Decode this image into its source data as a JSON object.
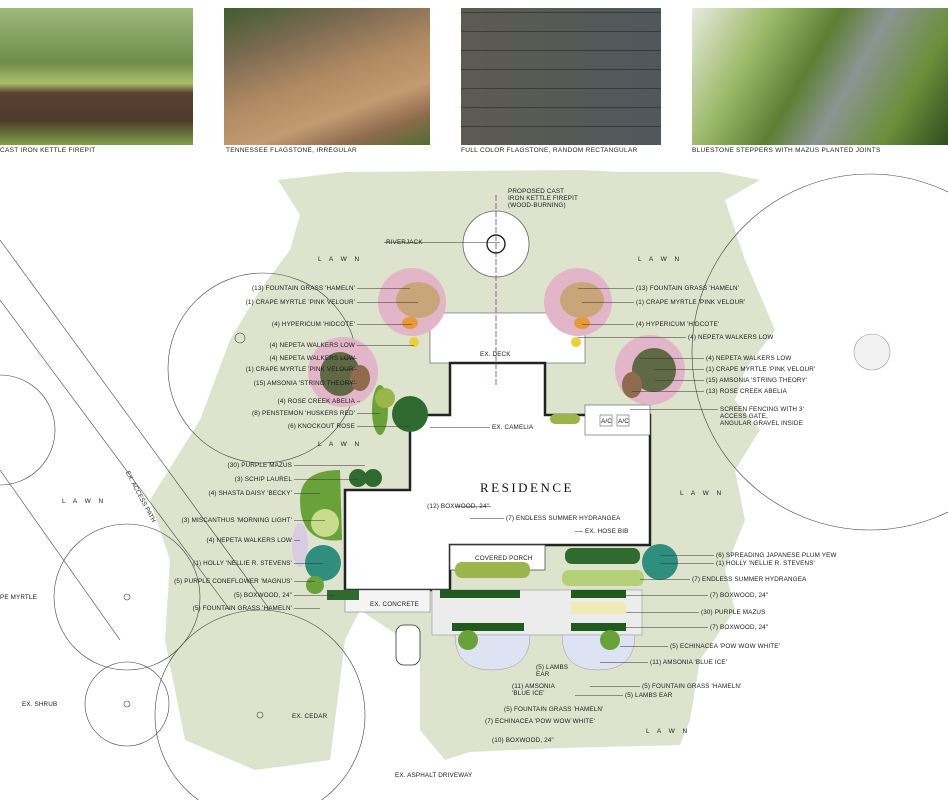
{
  "photos": [
    {
      "caption": "Cast Iron Kettle Firepit",
      "colors": [
        "#6f8c4a",
        "#4e3a28",
        "#a9c06c"
      ]
    },
    {
      "caption": "Tennessee Flagstone, Irregular",
      "colors": [
        "#b08a62",
        "#8d6b4c",
        "#3f5d2e"
      ]
    },
    {
      "caption": "Full Color Flagstone, Random Rectangular",
      "colors": [
        "#8e9699",
        "#a79a86",
        "#6f7a7e"
      ]
    },
    {
      "caption": "Bluestone Steppers with Mazus Planted Joints",
      "colors": [
        "#5d7f33",
        "#e8eadf",
        "#8b9593"
      ]
    }
  ],
  "plan": {
    "residence": "RESIDENCE",
    "lawn_label": "L A W N",
    "colors": {
      "lawn": "#dde3cc",
      "pink": "#e2b6c8",
      "tan": "#c9a57a",
      "orange": "#e79a3a",
      "dark_olive": "#5f6a45",
      "green": "#6aa23a",
      "dark_green": "#2f6b2e",
      "teal": "#2f8f7f",
      "lavender": "#d9cbe3",
      "lightgreen": "#c9dc8e",
      "paleblue": "#dde3f3"
    },
    "labels": [
      "PROPOSED CAST\nIRON KETTLE FIREPIT\n(WOOD-BURNING)",
      "RIVERJACK",
      "(13) FOUNTAIN GRASS 'HAMELN'",
      "(1) CRAPE MYRTLE 'PINK VELOUR'",
      "(4) HYPERICUM 'HIDCOTE'",
      "(4) NEPETA WALKERS LOW",
      "(4) NEPETA WALKERS LOW",
      "(1) CRAPE MYRTLE 'PINK VELOUR'",
      "(15) AMSONIA 'STRING THEORY'",
      "(4) ROSE CREEK ABELIA",
      "(8) PENSTEMON 'HUSKERS RED'",
      "(6) KNOCKOUT ROSE",
      "EX. DECK",
      "EX. CAMELIA",
      "(13) FOUNTAIN GRASS 'HAMELN'",
      "(1) CRAPE MYRTLE 'PINK VELOUR'",
      "(4) HYPERICUM 'HIDCOTE'",
      "(4) NEPETA WALKERS LOW",
      "(4) NEPETA WALKERS LOW",
      "(1) CRAPE MYRTLE 'PINK VELOUR'",
      "(15) AMSONIA 'STRING THEORY'",
      "(13) ROSE CREEK ABELIA",
      "SCREEN FENCING WITH 3'\nACCESS GATE,\nANGULAR GRAVEL INSIDE",
      "(30) PURPLE MAZUS",
      "(3) SCHIP LAUREL",
      "(4) SHASTA DAISY 'BECKY'",
      "(3) MISCANTHUS 'MORNING LIGHT'",
      "(4) NEPETA WALKERS LOW",
      "(1) HOLLY 'NELLIE R. STEVENS'",
      "(5) PURPLE CONEFLOWER 'MAGNUS'",
      "(5) BOXWOOD, 24\"",
      "(5) FOUNTAIN GRASS 'HAMELN'",
      "EX. CONCRETE",
      "(12) BOXWOOD, 24\"",
      "(7) ENDLESS SUMMER HYDRANGEA",
      "EX. HOSE BIB",
      "COVERED PORCH",
      "(6) SPREADING JAPANESE PLUM YEW",
      "(1) HOLLY 'NELLIE R. STEVENS'",
      "(7) ENDLESS SUMMER HYDRANGEA",
      "(7) BOXWOOD, 24\"",
      "(30) PURPLE MAZUS",
      "(7) BOXWOOD, 24\"",
      "(5) ECHINACEA 'POW WOW WHITE'",
      "(11) AMSONIA 'BLUE ICE'",
      "(5) FOUNTAIN GRASS 'HAMELN'",
      "(5) LAMBS EAR",
      "(5) LAMBS\nEAR",
      "(11) AMSONIA\n'BLUE ICE'",
      "(5) FOUNTAIN GRASS 'HAMELN'",
      "(7) ECHINACEA 'POW WOW WHITE'",
      "(10) BOXWOOD, 24\"",
      "EX. ACCESS PATH",
      "PE MYRTLE",
      "EX. SHRUB",
      "EX. CEDAR",
      "EX. ASPHALT DRIVEWAY",
      "A/C",
      "A/C"
    ]
  }
}
